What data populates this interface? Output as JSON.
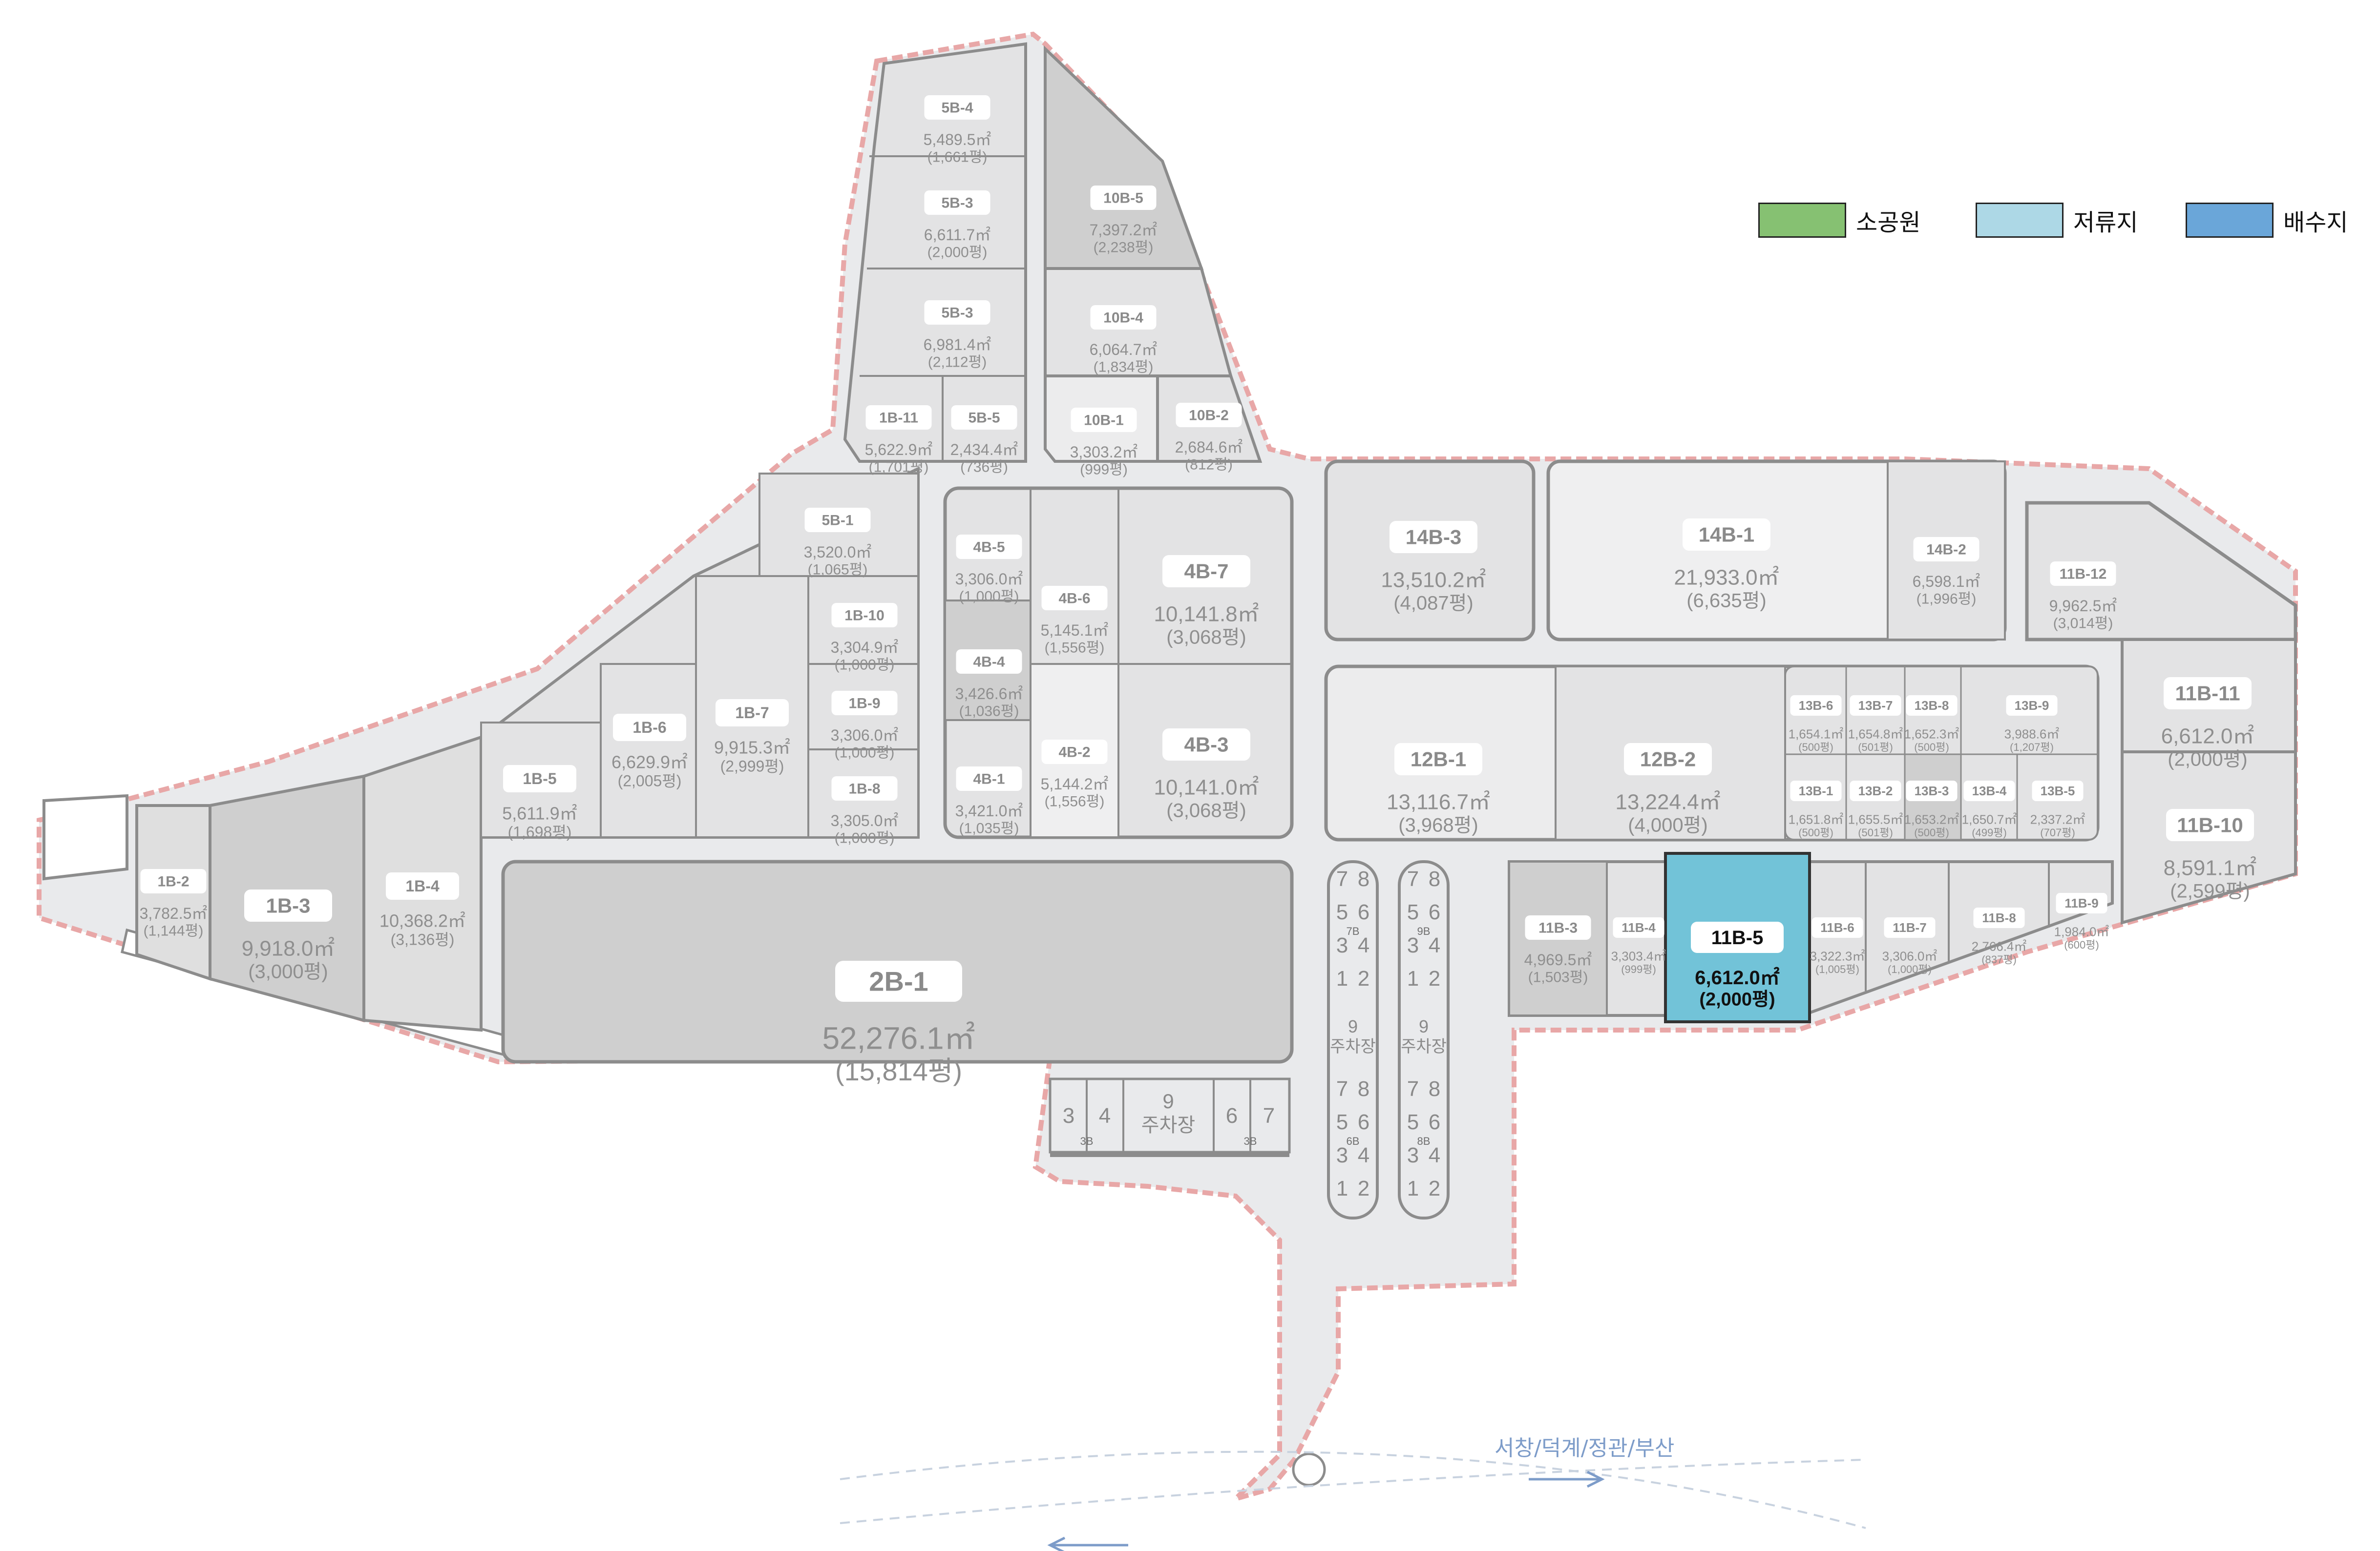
{
  "legend": [
    {
      "label": "소공원",
      "color": "#86c172"
    },
    {
      "label": "저류지",
      "color": "#add8e6"
    },
    {
      "label": "배수지",
      "color": "#6aa6d9"
    }
  ],
  "direction_label": "서창/덕계/정관/부산",
  "colors": {
    "boundary": "#e8a7a7",
    "site": "#e9eaec",
    "block_light": "#ececed",
    "block_mid": "#dfdfdf",
    "block_dark": "#cfcfcf",
    "outline": "#8c8c8c",
    "highlight": "#72c3d8",
    "label_text": "#8f8f8f"
  },
  "lots": [
    {
      "id": "5B-4",
      "area": "5,489.5㎡",
      "pyeong": "(1,661평)"
    },
    {
      "id": "5B-3",
      "area": "6,611.7㎡",
      "pyeong": "(2,000평)"
    },
    {
      "id": "5B-3",
      "area": "6,981.4㎡",
      "pyeong": "(2,112평)"
    },
    {
      "id": "1B-11",
      "area": "5,622.9㎡",
      "pyeong": "(1,701평)"
    },
    {
      "id": "5B-5",
      "area": "2,434.4㎡",
      "pyeong": "(736평)"
    },
    {
      "id": "10B-5",
      "area": "7,397.2㎡",
      "pyeong": "(2,238평)"
    },
    {
      "id": "10B-4",
      "area": "6,064.7㎡",
      "pyeong": "(1,834평)"
    },
    {
      "id": "10B-1",
      "area": "3,303.2㎡",
      "pyeong": "(999평)"
    },
    {
      "id": "10B-2",
      "area": "2,684.6㎡",
      "pyeong": "(812평)"
    },
    {
      "id": "5B-1",
      "area": "3,520.0㎡",
      "pyeong": "(1,065평)"
    },
    {
      "id": "1B-10",
      "area": "3,304.9㎡",
      "pyeong": "(1,000평)"
    },
    {
      "id": "1B-9",
      "area": "3,306.0㎡",
      "pyeong": "(1,000평)"
    },
    {
      "id": "1B-8",
      "area": "3,305.0㎡",
      "pyeong": "(1,000평)"
    },
    {
      "id": "1B-7",
      "area": "9,915.3㎡",
      "pyeong": "(2,999평)"
    },
    {
      "id": "1B-6",
      "area": "6,629.9㎡",
      "pyeong": "(2,005평)"
    },
    {
      "id": "1B-5",
      "area": "5,611.9㎡",
      "pyeong": "(1,698평)"
    },
    {
      "id": "1B-4",
      "area": "10,368.2㎡",
      "pyeong": "(3,136평)"
    },
    {
      "id": "1B-3",
      "area": "9,918.0㎡",
      "pyeong": "(3,000평)"
    },
    {
      "id": "1B-2",
      "area": "3,782.5㎡",
      "pyeong": "(1,144평)"
    },
    {
      "id": "4B-5",
      "area": "3,306.0㎡",
      "pyeong": "(1,000평)"
    },
    {
      "id": "4B-4",
      "area": "3,426.6㎡",
      "pyeong": "(1,036평)"
    },
    {
      "id": "4B-1",
      "area": "3,421.0㎡",
      "pyeong": "(1,035평)"
    },
    {
      "id": "4B-6",
      "area": "5,145.1㎡",
      "pyeong": "(1,556평)"
    },
    {
      "id": "4B-2",
      "area": "5,144.2㎡",
      "pyeong": "(1,556평)"
    },
    {
      "id": "4B-7",
      "area": "10,141.8㎡",
      "pyeong": "(3,068평)"
    },
    {
      "id": "4B-3",
      "area": "10,141.0㎡",
      "pyeong": "(3,068평)"
    },
    {
      "id": "2B-1",
      "area": "52,276.1㎡",
      "pyeong": "(15,814평)"
    },
    {
      "id": "14B-3",
      "area": "13,510.2㎡",
      "pyeong": "(4,087평)"
    },
    {
      "id": "14B-1",
      "area": "21,933.0㎡",
      "pyeong": "(6,635평)"
    },
    {
      "id": "14B-2",
      "area": "6,598.1㎡",
      "pyeong": "(1,996평)"
    },
    {
      "id": "11B-12",
      "area": "9,962.5㎡",
      "pyeong": "(3,014평)"
    },
    {
      "id": "11B-11",
      "area": "6,612.0㎡",
      "pyeong": "(2,000평)"
    },
    {
      "id": "11B-10",
      "area": "8,591.1㎡",
      "pyeong": "(2,599평)"
    },
    {
      "id": "12B-1",
      "area": "13,116.7㎡",
      "pyeong": "(3,968평)"
    },
    {
      "id": "12B-2",
      "area": "13,224.4㎡",
      "pyeong": "(4,000평)"
    },
    {
      "id": "13B-6",
      "area": "1,654.1㎡",
      "pyeong": "(500평)"
    },
    {
      "id": "13B-7",
      "area": "1,654.8㎡",
      "pyeong": "(501평)"
    },
    {
      "id": "13B-8",
      "area": "1,652.3㎡",
      "pyeong": "(500평)"
    },
    {
      "id": "13B-9",
      "area": "3,988.6㎡",
      "pyeong": "(1,207평)"
    },
    {
      "id": "13B-1",
      "area": "1,651.8㎡",
      "pyeong": "(500평)"
    },
    {
      "id": "13B-2",
      "area": "1,655.5㎡",
      "pyeong": "(501평)"
    },
    {
      "id": "13B-3",
      "area": "1,653.2㎡",
      "pyeong": "(500평)"
    },
    {
      "id": "13B-4",
      "area": "1,650.7㎡",
      "pyeong": "(499평)"
    },
    {
      "id": "13B-5",
      "area": "2,337.2㎡",
      "pyeong": "(707평)"
    },
    {
      "id": "11B-3",
      "area": "4,969.5㎡",
      "pyeong": "(1,503평)"
    },
    {
      "id": "11B-4",
      "area": "3,303.4㎡",
      "pyeong": "(999평)"
    },
    {
      "id": "11B-5",
      "area": "6,612.0㎡",
      "pyeong": "(2,000평)",
      "selected": true
    },
    {
      "id": "11B-6",
      "area": "3,322.3㎡",
      "pyeong": "(1,005평)"
    },
    {
      "id": "11B-7",
      "area": "3,306.0㎡",
      "pyeong": "(1,000평)"
    },
    {
      "id": "11B-8",
      "area": "2,766.4㎡",
      "pyeong": "(837평)"
    },
    {
      "id": "11B-9",
      "area": "1,984.0㎡",
      "pyeong": "(600평)"
    }
  ],
  "parking_blocks": [
    {
      "block_label": "7B",
      "top_numbers": [
        "7",
        "8",
        "5",
        "6",
        "3",
        "4",
        "1",
        "2"
      ],
      "lot_label": "9",
      "lot_name": "주차장"
    },
    {
      "block_label": "9B",
      "top_numbers": [
        "7",
        "8",
        "5",
        "6",
        "3",
        "4",
        "1",
        "2"
      ],
      "lot_label": "9",
      "lot_name": "주차장"
    },
    {
      "block_label": "6B",
      "bottom_numbers": [
        "7",
        "8",
        "5",
        "6",
        "3",
        "4",
        "1",
        "2"
      ]
    },
    {
      "block_label": "8B",
      "bottom_numbers": [
        "7",
        "8",
        "5",
        "6",
        "3",
        "4",
        "1",
        "2"
      ]
    },
    {
      "block_label": "3B",
      "numbers": [
        "3",
        "4"
      ],
      "lot_label": "9",
      "lot_name": "주차장"
    },
    {
      "block_label": "3B",
      "numbers": [
        "6",
        "7"
      ]
    }
  ]
}
